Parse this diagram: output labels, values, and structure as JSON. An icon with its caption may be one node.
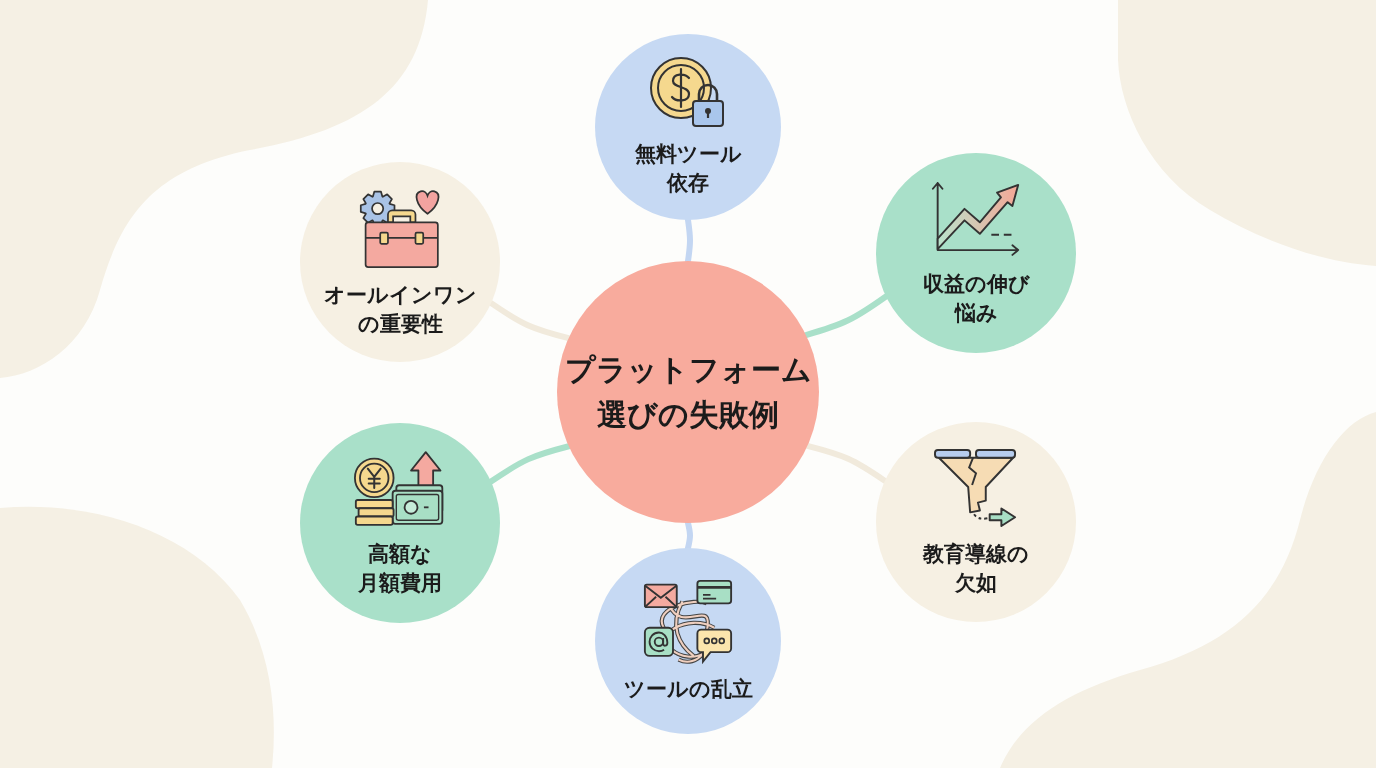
{
  "diagram": {
    "nodes": [
      {
        "text": [
          "プラットフォーム選びの失敗例"
        ]
      },
      {
        "text": [
          "無料ツール依存"
        ]
      },
      {
        "text": [
          "収益の伸び悩み"
        ]
      },
      {
        "text": [
          "教育導線の欠如"
        ]
      },
      {
        "text": [
          "ツールの乱立"
        ]
      },
      {
        "text": [
          "高額な月額費用"
        ]
      },
      {
        "text": [
          "オールインワンの重要性"
        ]
      }
    ],
    "edges": [
      {
        "from": 0,
        "to": 1,
        "arrow": "none",
        "color": "#c3d6f2"
      },
      {
        "from": 0,
        "to": 2,
        "arrow": "none",
        "color": "#a9e0c9"
      },
      {
        "from": 0,
        "to": 3,
        "arrow": "none",
        "color": "#f1eadc"
      },
      {
        "from": 0,
        "to": 4,
        "arrow": "none",
        "color": "#c3d6f2"
      },
      {
        "from": 0,
        "to": 5,
        "arrow": "none",
        "color": "#a9e0c9"
      },
      {
        "from": 0,
        "to": 6,
        "arrow": "none",
        "color": "#f1eadc"
      }
    ]
  }
}
